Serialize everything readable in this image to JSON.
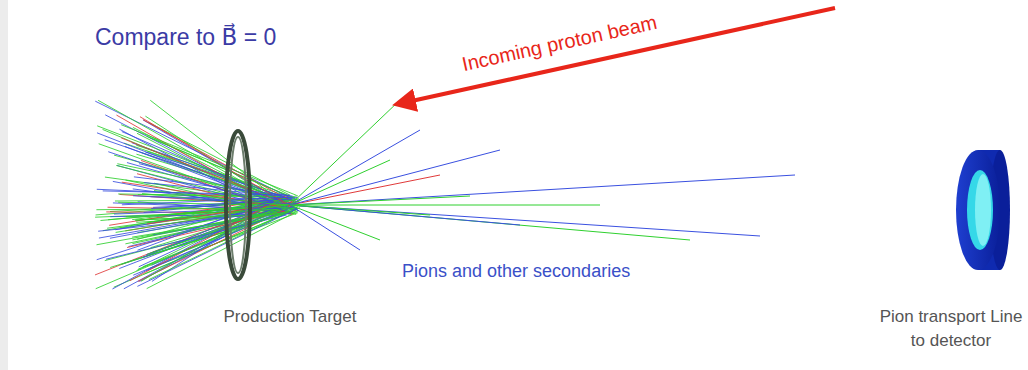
{
  "diagram": {
    "title": "Compare to B⃗ = 0",
    "labels": [
      "Incoming proton beam",
      "Pions and other secondaries",
      "Production Target",
      "Pion transport Line to detector"
    ]
  }
}
